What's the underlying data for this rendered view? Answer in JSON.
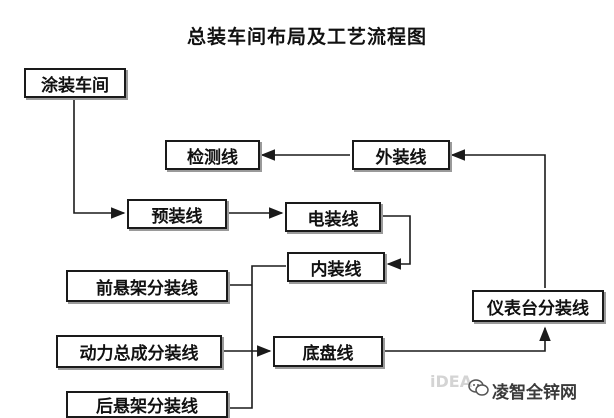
{
  "title": "总装车间布局及工艺流程图",
  "boxes": {
    "paint_shop": "涂装车间",
    "inspection_line": "检测线",
    "exterior_line": "外装线",
    "pre_assembly_line": "预装线",
    "electrical_line": "电装线",
    "interior_line": "内装线",
    "front_suspension_line": "前悬架分装线",
    "powertrain_line": "动力总成分装线",
    "chassis_line": "底盘线",
    "rear_suspension_line": "后悬架分装线",
    "dashboard_line": "仪表台分装线"
  },
  "watermark": {
    "left_text": "iDEA",
    "brand": "凌智全锌网"
  },
  "colors": {
    "line": "#1a1a1a",
    "border": "#1a1a1a",
    "shadow": "#9a9a9a"
  },
  "icons": {
    "watermark": "wechat-icon"
  }
}
